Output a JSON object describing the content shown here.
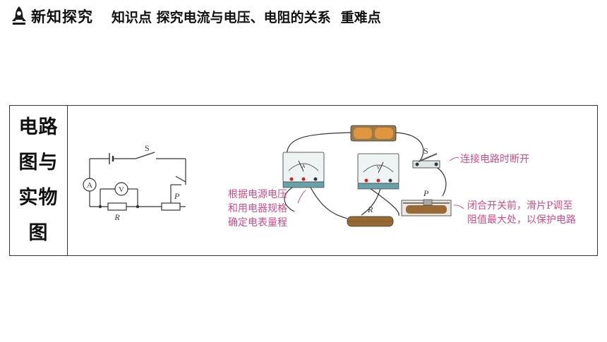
{
  "header": {
    "section_title": "新知探究",
    "topic": "知识点  探究电流与电压、电阻的关系",
    "difficulty": "重难点"
  },
  "table": {
    "label_lines": [
      "电路",
      "图与",
      "实物",
      "图"
    ]
  },
  "circuit": {
    "switch_label": "S",
    "ammeter_label": "A",
    "voltmeter_label": "V",
    "resistor_label": "R",
    "rheostat_label": "P"
  },
  "physical": {
    "switch_label": "S",
    "resistor_label": "R",
    "rheostat_label": "P",
    "ammeter_letter": "A",
    "voltmeter_letter": "V",
    "note_switch": "连接电路时断开",
    "note_meter_lines": [
      "根据电源电压",
      "和用电器规格",
      "确定电表量程"
    ],
    "note_rheostat_lines": [
      "闭合开关前，滑片P调至",
      "阻值最大处，以保护电路"
    ]
  },
  "colors": {
    "annotation": "#d24a87",
    "battery": "#d98a3a",
    "resistor": "#8a5a2b"
  }
}
